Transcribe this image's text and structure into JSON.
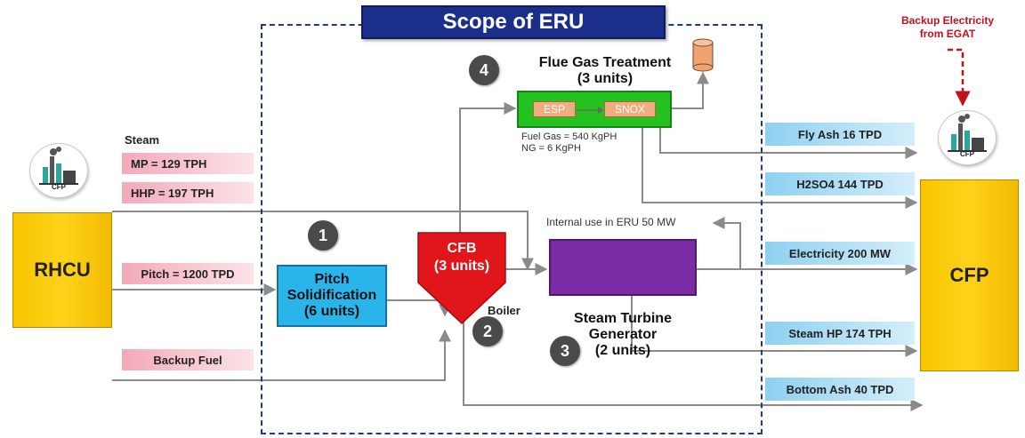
{
  "scope": {
    "title": "Scope of ERU"
  },
  "rhcu": {
    "label": "RHCU"
  },
  "cfp": {
    "label": "CFP",
    "icon_label": "CFP"
  },
  "steam": {
    "header": "Steam",
    "mp": "MP = 129 TPH",
    "hhp": "HHP = 197 TPH"
  },
  "inputs": {
    "pitch": "Pitch = 1200 TPD",
    "backup_fuel": "Backup Fuel"
  },
  "pitch_solidification": {
    "line1": "Pitch",
    "line2": "Solidification",
    "line3": "(6 units)"
  },
  "cfb": {
    "line1": "CFB",
    "line2": "(3 units)",
    "boiler": "Boiler"
  },
  "flue_gas": {
    "title_line1": "Flue Gas Treatment",
    "title_line2": "(3 units)",
    "esp": "ESP",
    "snox": "SNOX",
    "fuel_gas": "Fuel Gas = 540 KgPH",
    "ng": "NG = 6 KgPH"
  },
  "stg": {
    "line1": "Steam Turbine",
    "line2": "Generator",
    "line3": "(2 units)",
    "internal_use": "Internal use in ERU 50 MW"
  },
  "steps": [
    "1",
    "2",
    "3",
    "4"
  ],
  "outputs": {
    "fly_ash": "Fly Ash 16 TPD",
    "h2so4": "H2SO4 144 TPD",
    "electricity": "Electricity 200 MW",
    "steam_hp": "Steam HP 174 TPH",
    "bottom_ash": "Bottom Ash 40 TPD"
  },
  "backup_electricity": {
    "line1": "Backup Electricity",
    "line2": "from EGAT"
  },
  "colors": {
    "scope_border": "#1f3a8a",
    "arrow": "#8a8a8a",
    "cfb_red": "#e0161a",
    "pitch_blue": "#29b5ea",
    "fgt_green": "#23c21f",
    "stg_purple": "#7b2ca6",
    "box_yellow": "#ffd21a",
    "backup_red": "#c0121b"
  }
}
